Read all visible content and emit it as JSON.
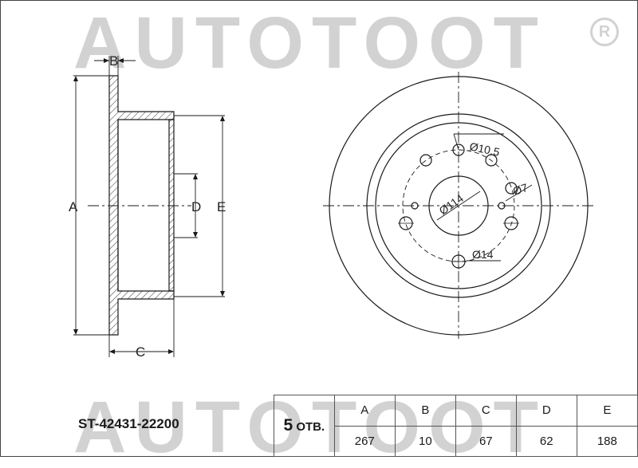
{
  "watermark": {
    "text": "AUTOTOOT",
    "registered_mark": "R"
  },
  "drawing": {
    "side_view_labels": {
      "a": "A",
      "b": "B",
      "c": "C",
      "d": "D",
      "e": "E"
    },
    "front_view_labels": {
      "bolt_hole": "Ø10.5",
      "center_bore": "Ø114",
      "small_hole": "Ø7",
      "lower_hole": "Ø14"
    }
  },
  "part_number": "ST-42431-22200",
  "specs": {
    "holes_count": "5",
    "holes_unit": "ОТВ.",
    "headers": [
      "A",
      "B",
      "C",
      "D",
      "E"
    ],
    "values": [
      "267",
      "10",
      "67",
      "62",
      "188"
    ]
  },
  "colors": {
    "line": "#1a1a1a",
    "watermark": "#d2d2d2",
    "border": "#555555"
  }
}
